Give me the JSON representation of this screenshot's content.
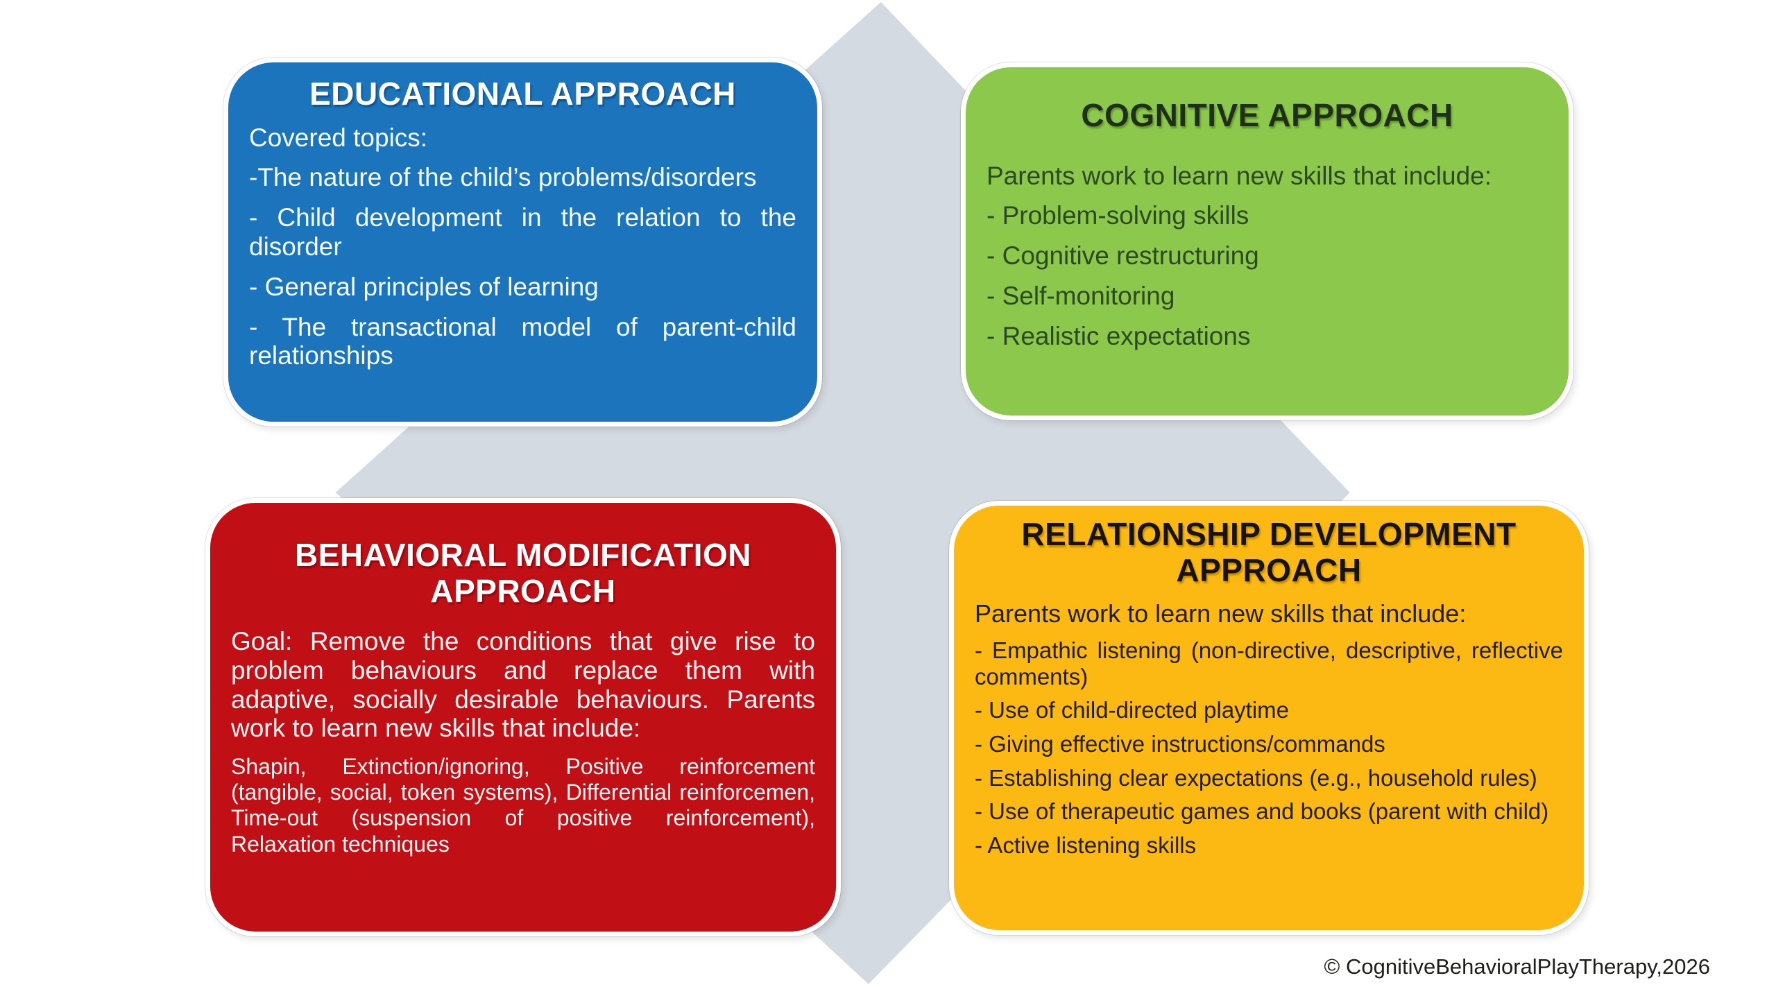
{
  "slide": {
    "copyright": "© CognitiveBehavioralPlayTherapy,2026"
  },
  "colors": {
    "educational_blue": "#1b74bc",
    "cognitive_green": "#8cc84b",
    "behavioral_red": "#c10f16",
    "relationship_yellow": "#fdb913",
    "background_diamond": "#d4dae1",
    "light_text": "#ffffff",
    "dark_text_green_card": "#2c4a21",
    "dark_text_yellow_card": "#26201a"
  },
  "cards": [
    {
      "id": "educational-approach",
      "title": "EDUCATIONAL APPROACH",
      "paragraphs": [
        "Covered topics:",
        "-The nature of the child’s problems/disorders",
        "- Child development in the relation to the disorder",
        "- General principles of learning",
        "- The transactional model of parent-child relationships"
      ]
    },
    {
      "id": "cognitive-approach",
      "title": "COGNITIVE APPROACH",
      "paragraphs": [
        "Parents work to learn new skills that include:",
        "- Problem-solving skills",
        "- Cognitive restructuring",
        "- Self-monitoring",
        "- Realistic expectations"
      ]
    },
    {
      "id": "behavioral-modification-approach",
      "title": "BEHAVIORAL MODIFICATION APPROACH",
      "paragraphs": [
        "Goal: Remove the conditions that give rise to problem behaviours and replace them with adaptive, socially desirable behaviours. Parents work to learn new skills that include:",
        "Shapin, Extinction/ignoring, Positive reinforcement (tangible, social, token systems), Differential reinforcemen, Time-out (suspension of positive reinforcement), Relaxation techniques"
      ]
    },
    {
      "id": "relationship-development-approach",
      "title": "RELATIONSHIP DEVELOPMENT APPROACH",
      "paragraphs": [
        "Parents work to learn new skills that include:",
        "- Empathic listening (non-directive, descriptive, reflective comments)",
        "- Use of child-directed playtime",
        "- Giving effective instructions/commands",
        "- Establishing clear expectations (e.g., household rules)",
        "- Use of therapeutic games and books (parent with child)",
        "- Active listening skills"
      ]
    }
  ]
}
